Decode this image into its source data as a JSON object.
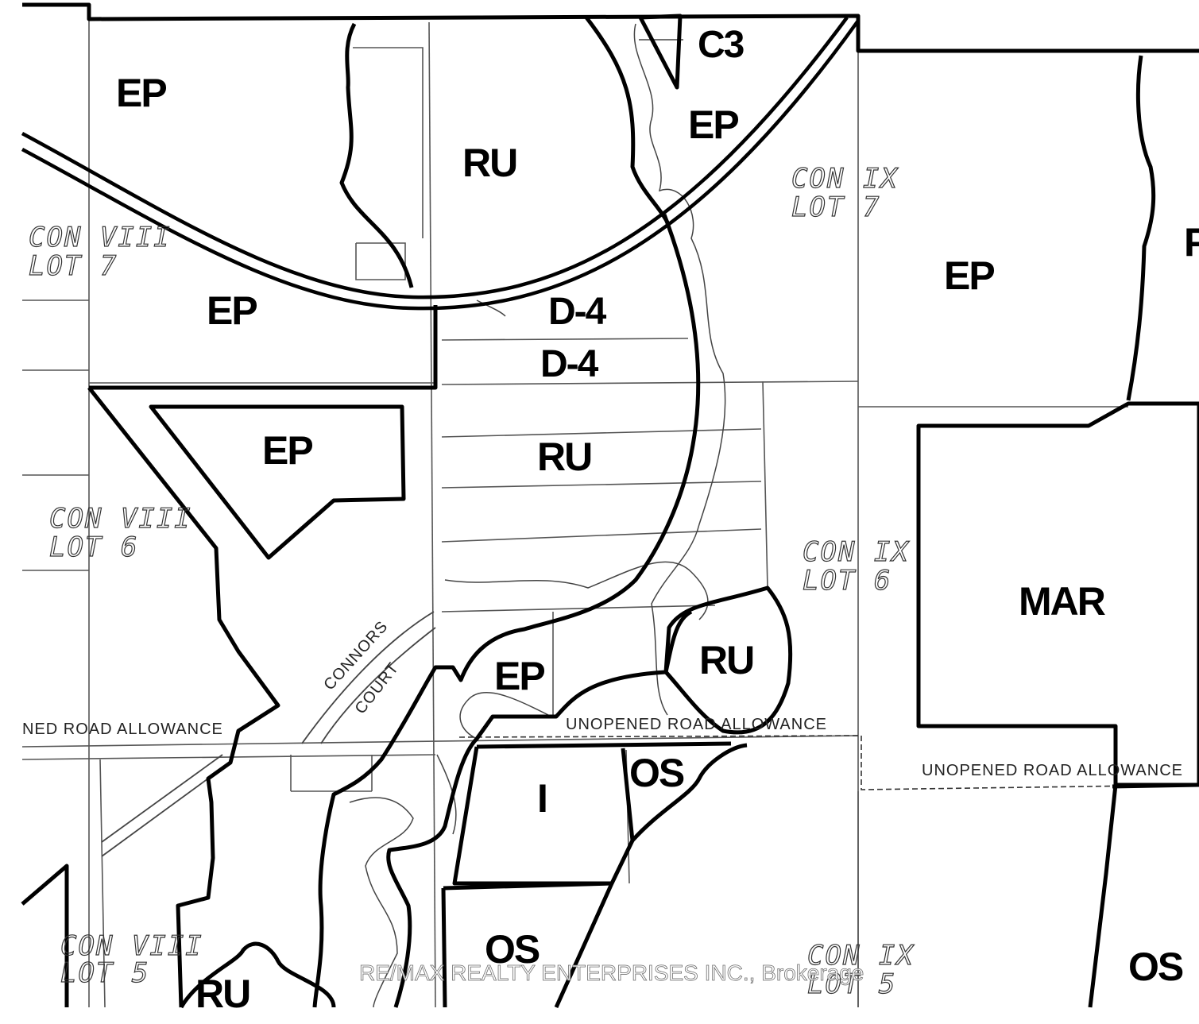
{
  "zone_labels": {
    "c3": "C3",
    "ep_nw": "EP",
    "ep_n": "EP",
    "ru_n": "RU",
    "ep_ne": "EP",
    "ep_mid": "EP",
    "d4_a": "D-4",
    "d4_b": "D-4",
    "ep_tri": "EP",
    "ru_mid": "RU",
    "ep_s": "EP",
    "ru_s": "RU",
    "mar": "MAR",
    "os_a": "OS",
    "i": "I",
    "os_b": "OS",
    "os_c": "OS",
    "ru_sw": "RU",
    "p_edge": "P"
  },
  "concession_labels": {
    "con9_lot7": [
      "CON IX",
      "LOT 7"
    ],
    "con8_lot7": [
      "CON VIII",
      "LOT 7"
    ],
    "con8_lot6": [
      "CON VIII",
      "LOT 6"
    ],
    "con9_lot6": [
      "CON IX",
      "LOT 6"
    ],
    "con8_lot5": [
      "CON VIII",
      "LOT 5"
    ],
    "con9_lot5": [
      "CON IX",
      "LOT 5"
    ]
  },
  "road_labels": {
    "allowance_w": "NED ROAD ALLOWANCE",
    "allowance_c": "UNOPENED ROAD ALLOWANCE",
    "allowance_e": "UNOPENED ROAD ALLOWANCE",
    "street_a": "CONNORS",
    "street_b": "COURT"
  },
  "watermark": "RE/MAX REALTY ENTERPRISES INC., Brokerage"
}
